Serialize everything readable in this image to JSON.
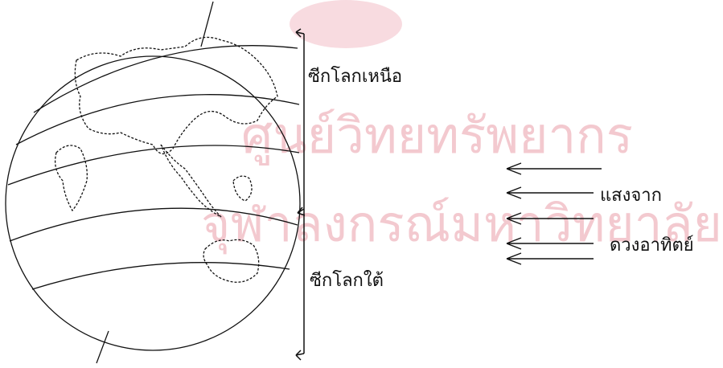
{
  "labels": {
    "north_hemisphere": "ซีกโลกเหนือ",
    "south_hemisphere": "ซีกโลกใต้",
    "sunlight_line1": "แสงจาก",
    "sunlight_line2": "ดวงอาทิตย์"
  },
  "watermark": {
    "line1": "ศูนย์วิทยทรัพยากร",
    "line2": "จุฬาลงกรณ์มหาวิทยาลัย"
  },
  "colors": {
    "ink": "#111111",
    "watermark": "#f3c9cf"
  }
}
